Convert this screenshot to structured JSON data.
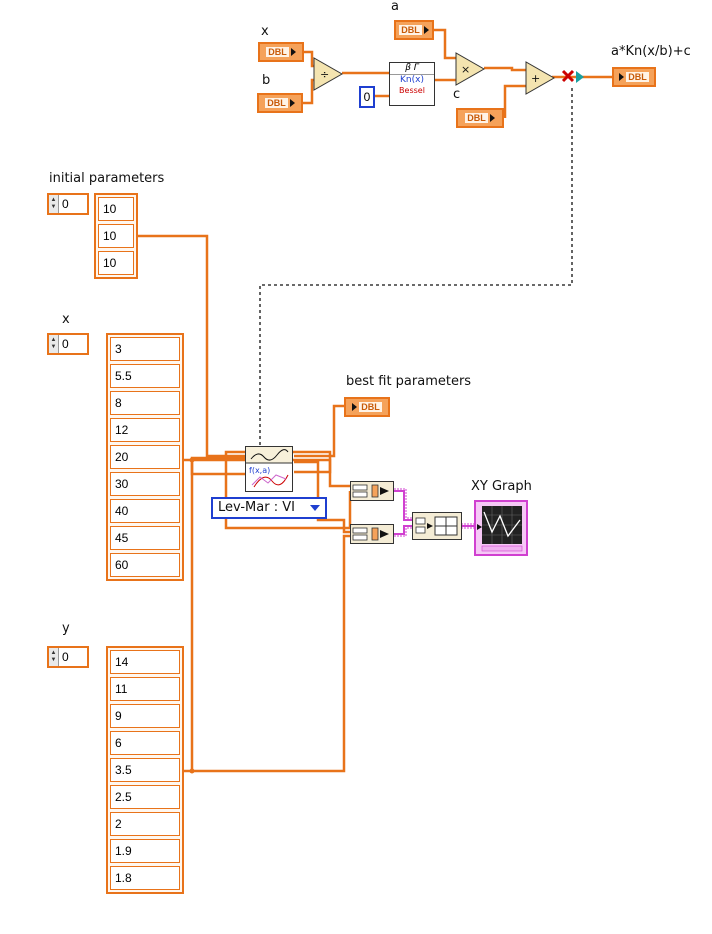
{
  "formula_block": {
    "x_label": "x",
    "b_label": "b",
    "a_label": "a",
    "c_label": "c",
    "terminal_type": "DBL",
    "output_label": "a*Kn(x/b)+c",
    "order_constant": "0",
    "bessel_icon": {
      "top": "β Γ",
      "middle": "Kn(x)",
      "bottom": "Bessel"
    }
  },
  "initial_parameters": {
    "label": "initial parameters",
    "index": "0",
    "values": [
      "10",
      "10",
      "10"
    ]
  },
  "x_array": {
    "label": "x",
    "index": "0",
    "values": [
      "3",
      "5.5",
      "8",
      "12",
      "20",
      "30",
      "40",
      "45",
      "60"
    ]
  },
  "y_array": {
    "label": "y",
    "index": "0",
    "values": [
      "14",
      "11",
      "9",
      "6",
      "3.5",
      "2.5",
      "2",
      "1.9",
      "1.8"
    ]
  },
  "fit_vi": {
    "mode_selector": "Lev-Mar : VI"
  },
  "best_fit": {
    "label": "best fit parameters",
    "terminal_type": "DBL"
  },
  "graph": {
    "label": "XY Graph"
  },
  "colors": {
    "wire_orange": "#e8731a",
    "wire_pink": "#d040d0",
    "wire_dashed": "#111111",
    "enum_blue": "#1f3fd0"
  }
}
